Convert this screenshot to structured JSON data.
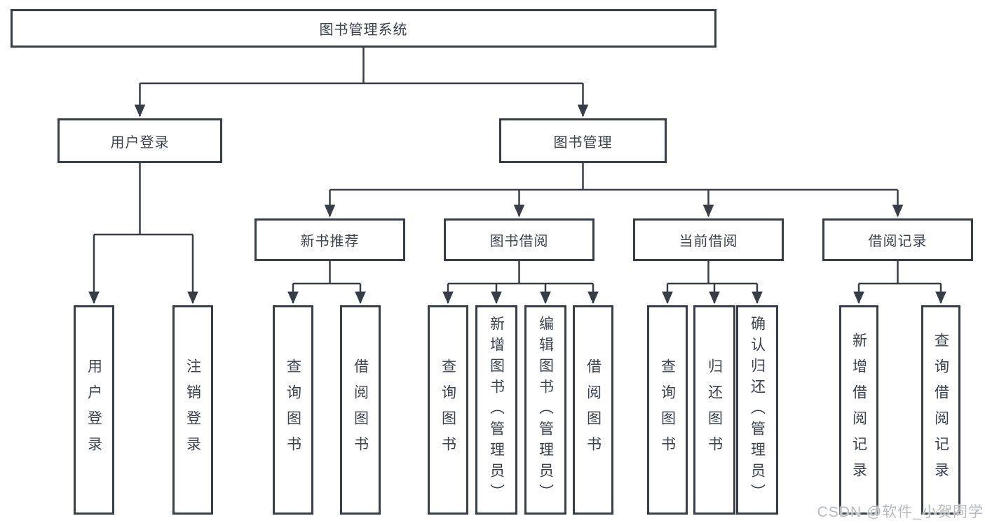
{
  "diagram": {
    "title": "图书管理系统",
    "groups": [
      {
        "label": "用户登录",
        "children": [
          "用户登录",
          "注销登录"
        ]
      },
      {
        "label": "图书管理",
        "subgroups": [
          {
            "label": "新书推荐",
            "children": [
              "查询图书",
              "借阅图书"
            ]
          },
          {
            "label": "图书借阅",
            "children": [
              "查询图书",
              "新增图书（管理员）",
              "编辑图书（管理员）",
              "借阅图书"
            ]
          },
          {
            "label": "当前借阅",
            "children": [
              "查询图书",
              "归还图书",
              "确认归还（管理员）"
            ]
          },
          {
            "label": "借阅记录",
            "children": [
              "新增借阅记录",
              "查询借阅记录"
            ]
          }
        ]
      }
    ]
  },
  "watermark": "CSDN @软件_小贺同学",
  "colors": {
    "line": "#383e47",
    "text": "#3a424e",
    "watermark": "#b6bac2",
    "background": "#ffffff"
  }
}
